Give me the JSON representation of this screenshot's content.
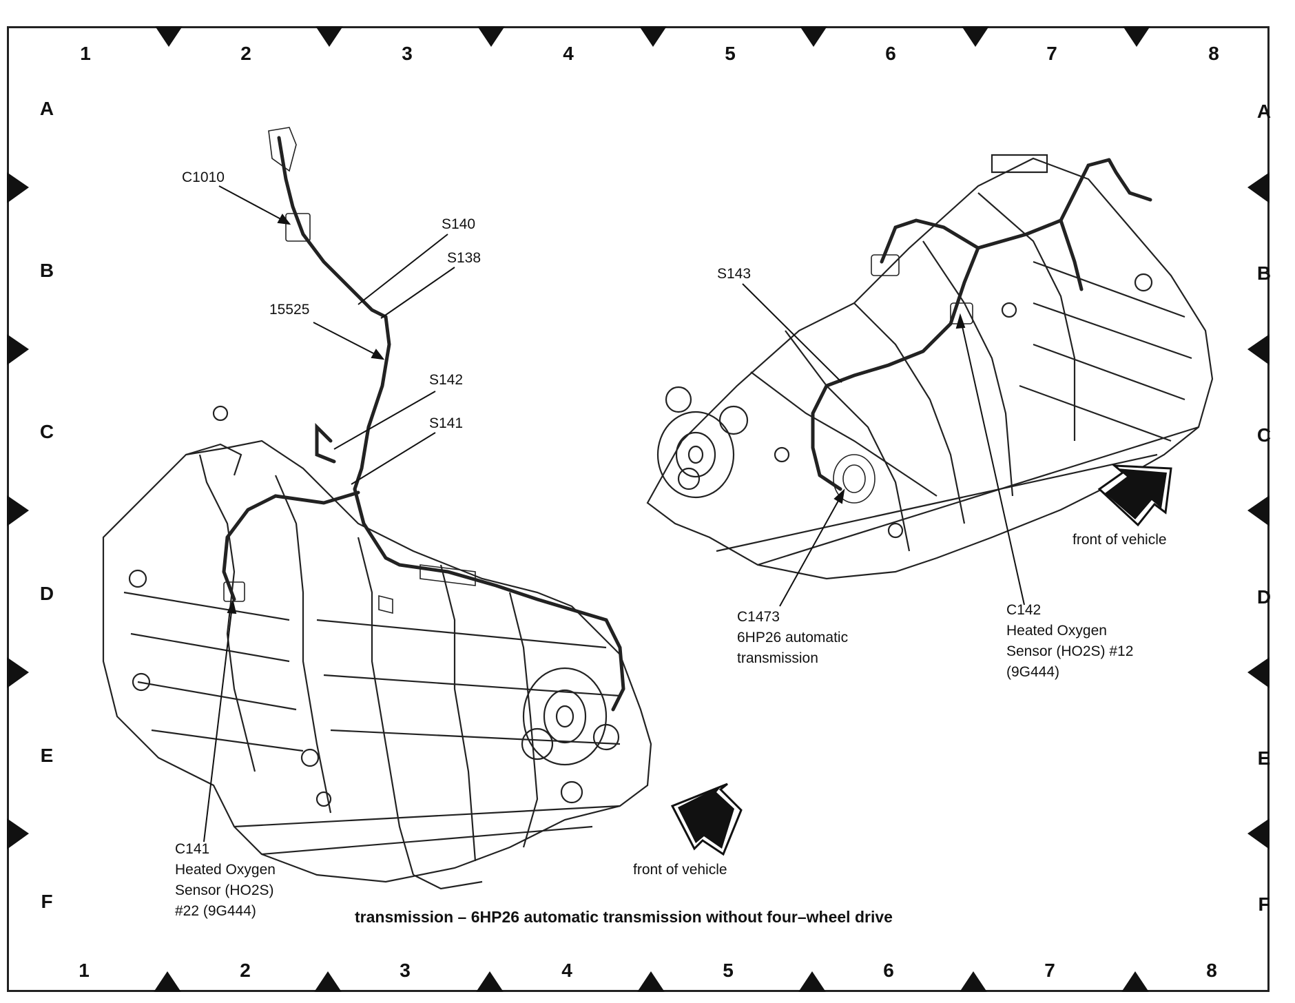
{
  "grid": {
    "columns": [
      "1",
      "2",
      "3",
      "4",
      "5",
      "6",
      "7",
      "8"
    ],
    "rows": [
      "A",
      "B",
      "C",
      "D",
      "E",
      "F"
    ]
  },
  "callouts": {
    "c1010": "C1010",
    "s140": "S140",
    "s138": "S138",
    "n15525": "15525",
    "s142": "S142",
    "s141": "S141",
    "s143": "S143",
    "c1473": {
      "line1": "C1473",
      "line2": "6HP26 automatic",
      "line3": "transmission"
    },
    "c142": {
      "line1": "C142",
      "line2": "Heated Oxygen",
      "line3": "Sensor (HO2S) #12",
      "line4": "(9G444)"
    },
    "c141": {
      "line1": "C141",
      "line2": "Heated Oxygen",
      "line3": "Sensor (HO2S)",
      "line4": "#22 (9G444)"
    },
    "front_right": "front of vehicle",
    "front_left": "front of vehicle"
  },
  "caption": "transmission – 6HP26 automatic transmission without four–wheel drive"
}
